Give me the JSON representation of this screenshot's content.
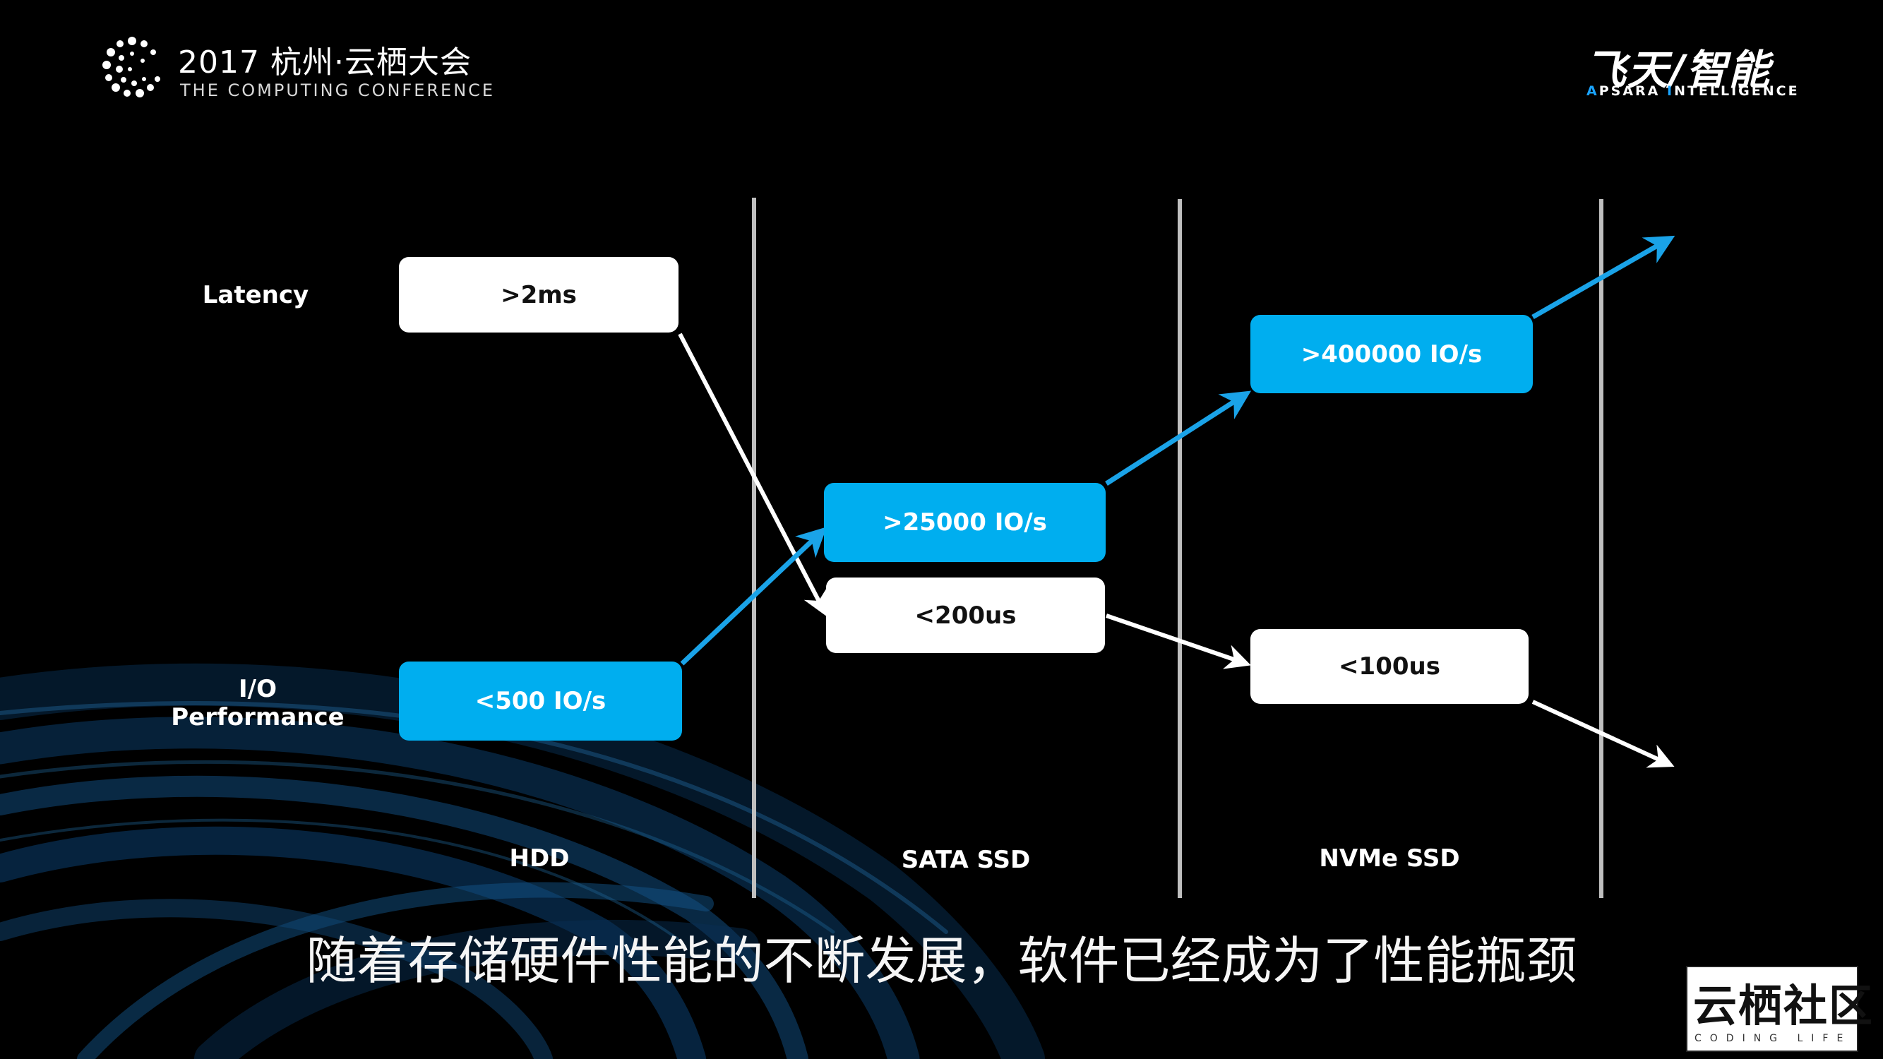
{
  "header": {
    "conference_title": "2017 杭州·云栖大会",
    "conference_subtitle": "THE COMPUTING CONFERENCE",
    "brand_cn": "飞天/智能",
    "brand_en_parts": [
      "A",
      "PSARA ",
      "I",
      "NTELLIGENCE"
    ]
  },
  "rows": {
    "latency": "Latency",
    "io_line1": "I/O",
    "io_line2": "Performance"
  },
  "columns": [
    "HDD",
    "SATA SSD",
    "NVMe SSD"
  ],
  "boxes": {
    "hdd_latency": ">2ms",
    "hdd_io": "<500 IO/s",
    "sata_io": ">25000 IO/s",
    "sata_latency": "<200us",
    "nvme_io": ">400000 IO/s",
    "nvme_latency": "<100us"
  },
  "subtitle": "随着存储硬件性能的不断发展，软件已经成为了性能瓶颈",
  "watermark": {
    "cn": "云栖社区",
    "en": "CODING LIFE"
  },
  "colors": {
    "background": "#000000",
    "accent_blue": "#00aeef",
    "arrow_blue": "#1aa3e8",
    "box_white": "#ffffff",
    "divider": "#bfbfbf"
  }
}
